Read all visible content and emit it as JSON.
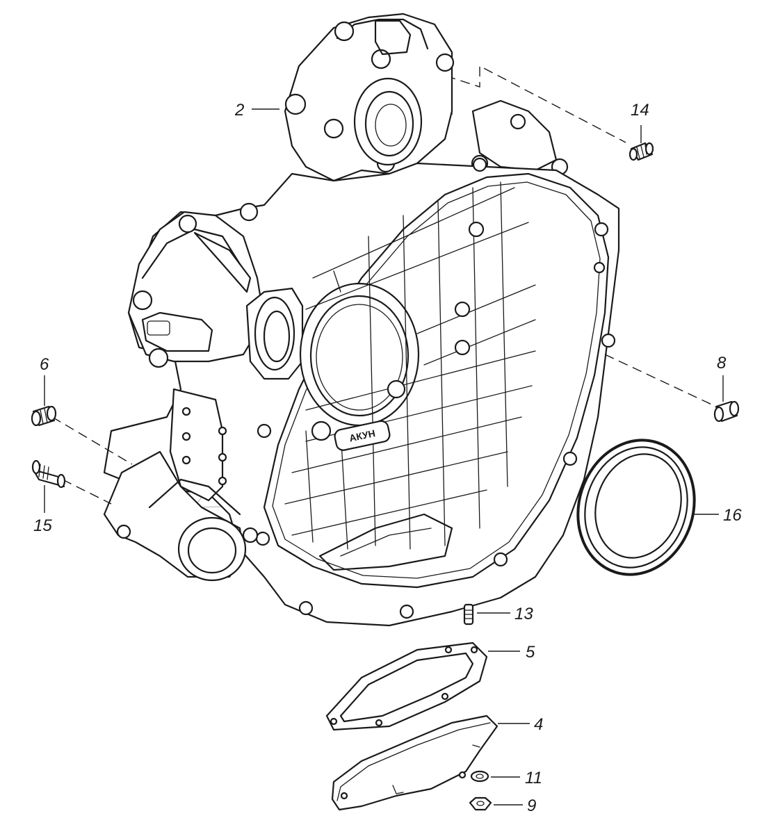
{
  "callouts": [
    {
      "id": "2",
      "label": "2"
    },
    {
      "id": "14",
      "label": "14"
    },
    {
      "id": "6",
      "label": "6"
    },
    {
      "id": "8",
      "label": "8"
    },
    {
      "id": "15",
      "label": "15"
    },
    {
      "id": "16",
      "label": "16"
    },
    {
      "id": "13",
      "label": "13"
    },
    {
      "id": "5",
      "label": "5"
    },
    {
      "id": "4",
      "label": "4"
    },
    {
      "id": "11",
      "label": "11"
    },
    {
      "id": "9",
      "label": "9"
    }
  ],
  "housing_stamp": "АКУН",
  "colors": {
    "ink": "#1a1a1a",
    "background": "#ffffff",
    "watermark": "#9a9a9a"
  }
}
